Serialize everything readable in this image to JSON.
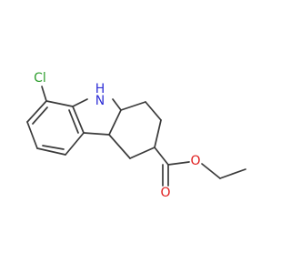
{
  "colors": {
    "background": "#ffffff",
    "bond": "#3a3a3a",
    "chlorine": "#2e9e2e",
    "nitrogen": "#2f2fd6",
    "oxygen": "#e01b1b"
  },
  "atoms": {
    "chlorine": {
      "label": "Cl"
    },
    "nitrogen": {
      "label": "H\nN"
    },
    "oxygen_carbonyl": {
      "label": "O"
    },
    "oxygen_ester": {
      "label": "O"
    }
  }
}
